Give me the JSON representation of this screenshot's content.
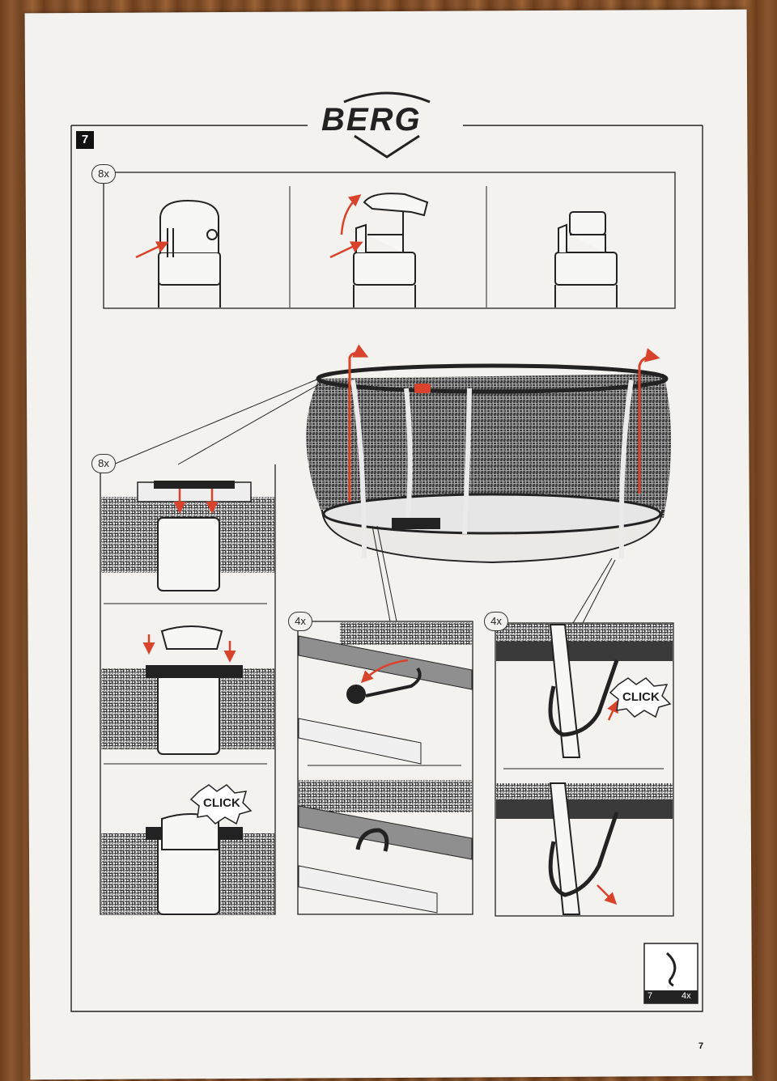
{
  "document": {
    "brand": "BERG",
    "step_number": "7",
    "page_number": "7"
  },
  "panels": {
    "top_multiplier": "8x",
    "left_multiplier": "8x",
    "middle_multiplier": "4x",
    "right_multiplier": "4x"
  },
  "sounds": {
    "click_left": "CLICK",
    "click_right": "CLICK"
  },
  "parts_box": {
    "ref": "7",
    "quantity": "4x"
  },
  "colors": {
    "accent": "#d9432b",
    "ink": "#222222",
    "paper": "#f3f2ef"
  }
}
